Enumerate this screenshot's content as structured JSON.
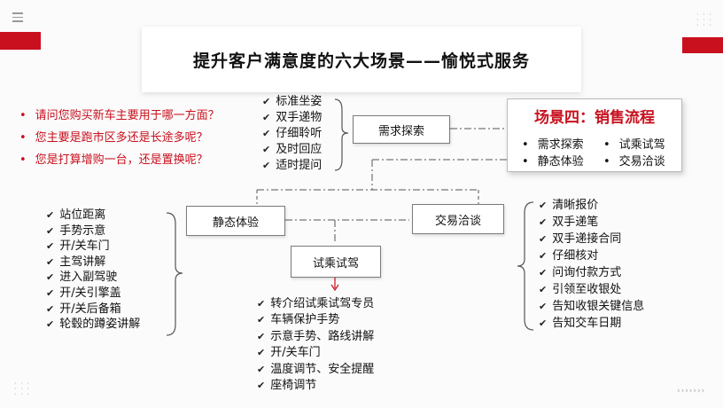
{
  "title": "提升客户满意度的六大场景——愉悦式服务",
  "questions": [
    "请问您购买新车主要用于哪一方面？",
    "您主要是跑市区多还是长途多呢？",
    "您是打算增购一台，还是置换呢？"
  ],
  "boxes": {
    "demand": "需求探索",
    "static": "静态体验",
    "trade": "交易洽谈",
    "test": "试乘试驾"
  },
  "demand_list": [
    "标准坐姿",
    "双手递物",
    "仔细聆听",
    "及时回应",
    "适时提问"
  ],
  "static_list": [
    "站位距离",
    "手势示意",
    "开/关车门",
    "主驾讲解",
    "进入副驾驶",
    "开/关引擎盖",
    "开/关后备箱",
    "轮毂的蹲姿讲解"
  ],
  "trade_list": [
    "清晰报价",
    "双手递笔",
    "双手递接合同",
    "仔细核对",
    "问询付款方式",
    "引领至收银处",
    "告知收银关键信息",
    "告知交车日期"
  ],
  "test_list": [
    "转介绍试乘试驾专员",
    "车辆保护手势",
    "示意手势、路线讲解",
    "开/关车门",
    "温度调节、安全提醒",
    "座椅调节"
  ],
  "scene": {
    "title": "场景四：销售流程",
    "items": [
      "需求探索",
      "试乘试驾",
      "静态体验",
      "交易洽谈"
    ]
  },
  "colors": {
    "accent": "#c8101e",
    "line": "#555555"
  },
  "icons": [
    "menu-icon",
    "grid-dots-icon",
    "chevron-arrows-icon"
  ]
}
